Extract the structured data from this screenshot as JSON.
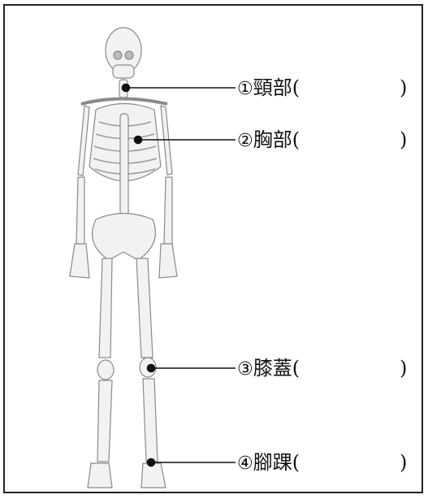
{
  "labels": [
    {
      "num": "①",
      "text": "頸部",
      "open": "(",
      "close": ")"
    },
    {
      "num": "②",
      "text": "胸部",
      "open": "(",
      "close": ")"
    },
    {
      "num": "③",
      "text": "膝蓋",
      "open": "(",
      "close": ")"
    },
    {
      "num": "④",
      "text": "腳踝",
      "open": "(",
      "close": ")"
    }
  ]
}
